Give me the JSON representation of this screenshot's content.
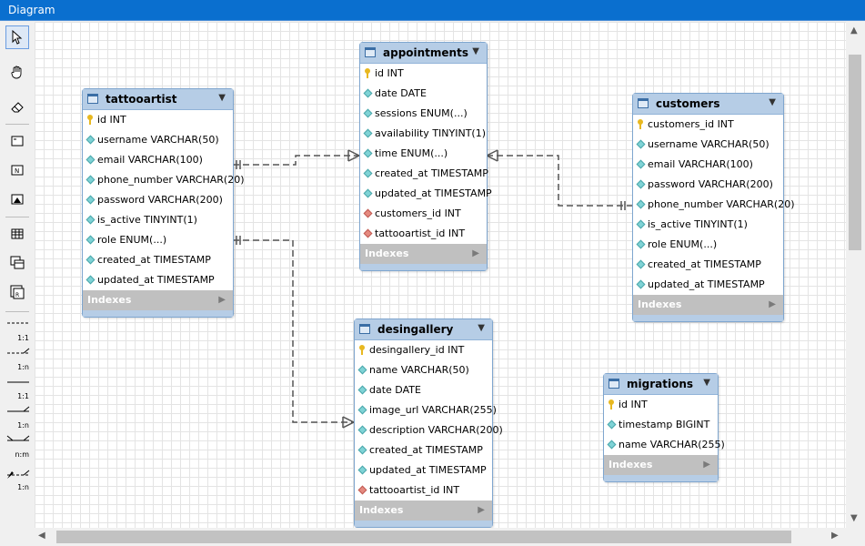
{
  "window": {
    "title": "Diagram"
  },
  "toolbar": {
    "tools": [
      "pointer-icon",
      "hand-icon",
      "eraser-icon",
      "layer-icon",
      "note-icon",
      "image-icon",
      "table-icon",
      "view-icon",
      "routine-group-icon"
    ],
    "relations": [
      "1:1",
      "1:n",
      "1:1",
      "1:n",
      "n:m",
      "1:n"
    ]
  },
  "tables": {
    "tattooartist": {
      "name": "tattooartist",
      "columns": [
        {
          "kind": "pk",
          "text": "id INT"
        },
        {
          "kind": "col",
          "text": "username VARCHAR(50)"
        },
        {
          "kind": "col",
          "text": "email VARCHAR(100)"
        },
        {
          "kind": "col",
          "text": "phone_number VARCHAR(20)"
        },
        {
          "kind": "col",
          "text": "password VARCHAR(200)"
        },
        {
          "kind": "col",
          "text": "is_active TINYINT(1)"
        },
        {
          "kind": "col",
          "text": "role ENUM(...)"
        },
        {
          "kind": "col",
          "text": "created_at TIMESTAMP"
        },
        {
          "kind": "col",
          "text": "updated_at TIMESTAMP"
        }
      ],
      "indexes": "Indexes"
    },
    "appointments": {
      "name": "appointments",
      "columns": [
        {
          "kind": "pk",
          "text": "id INT"
        },
        {
          "kind": "col",
          "text": "date DATE"
        },
        {
          "kind": "col",
          "text": "sessions ENUM(...)"
        },
        {
          "kind": "col",
          "text": "availability TINYINT(1)"
        },
        {
          "kind": "col",
          "text": "time ENUM(...)"
        },
        {
          "kind": "col",
          "text": "created_at TIMESTAMP"
        },
        {
          "kind": "col",
          "text": "updated_at TIMESTAMP"
        },
        {
          "kind": "fk",
          "text": "customers_id INT"
        },
        {
          "kind": "fk",
          "text": "tattooartist_id INT"
        }
      ],
      "indexes": "Indexes"
    },
    "customers": {
      "name": "customers",
      "columns": [
        {
          "kind": "pk",
          "text": "customers_id INT"
        },
        {
          "kind": "col",
          "text": "username VARCHAR(50)"
        },
        {
          "kind": "col",
          "text": "email VARCHAR(100)"
        },
        {
          "kind": "col",
          "text": "password VARCHAR(200)"
        },
        {
          "kind": "col",
          "text": "phone_number VARCHAR(20)"
        },
        {
          "kind": "col",
          "text": "is_active TINYINT(1)"
        },
        {
          "kind": "col",
          "text": "role ENUM(...)"
        },
        {
          "kind": "col",
          "text": "created_at TIMESTAMP"
        },
        {
          "kind": "col",
          "text": "updated_at TIMESTAMP"
        }
      ],
      "indexes": "Indexes"
    },
    "desingallery": {
      "name": "desingallery",
      "columns": [
        {
          "kind": "pk",
          "text": "desingallery_id INT"
        },
        {
          "kind": "col",
          "text": "name VARCHAR(50)"
        },
        {
          "kind": "col",
          "text": "date DATE"
        },
        {
          "kind": "col",
          "text": "image_url VARCHAR(255)"
        },
        {
          "kind": "col",
          "text": "description VARCHAR(200)"
        },
        {
          "kind": "col",
          "text": "created_at TIMESTAMP"
        },
        {
          "kind": "col",
          "text": "updated_at TIMESTAMP"
        },
        {
          "kind": "fk",
          "text": "tattooartist_id INT"
        }
      ],
      "indexes": "Indexes"
    },
    "migrations": {
      "name": "migrations",
      "columns": [
        {
          "kind": "pk",
          "text": "id INT"
        },
        {
          "kind": "col",
          "text": "timestamp BIGINT"
        },
        {
          "kind": "col",
          "text": "name VARCHAR(255)"
        }
      ],
      "indexes": "Indexes"
    }
  }
}
